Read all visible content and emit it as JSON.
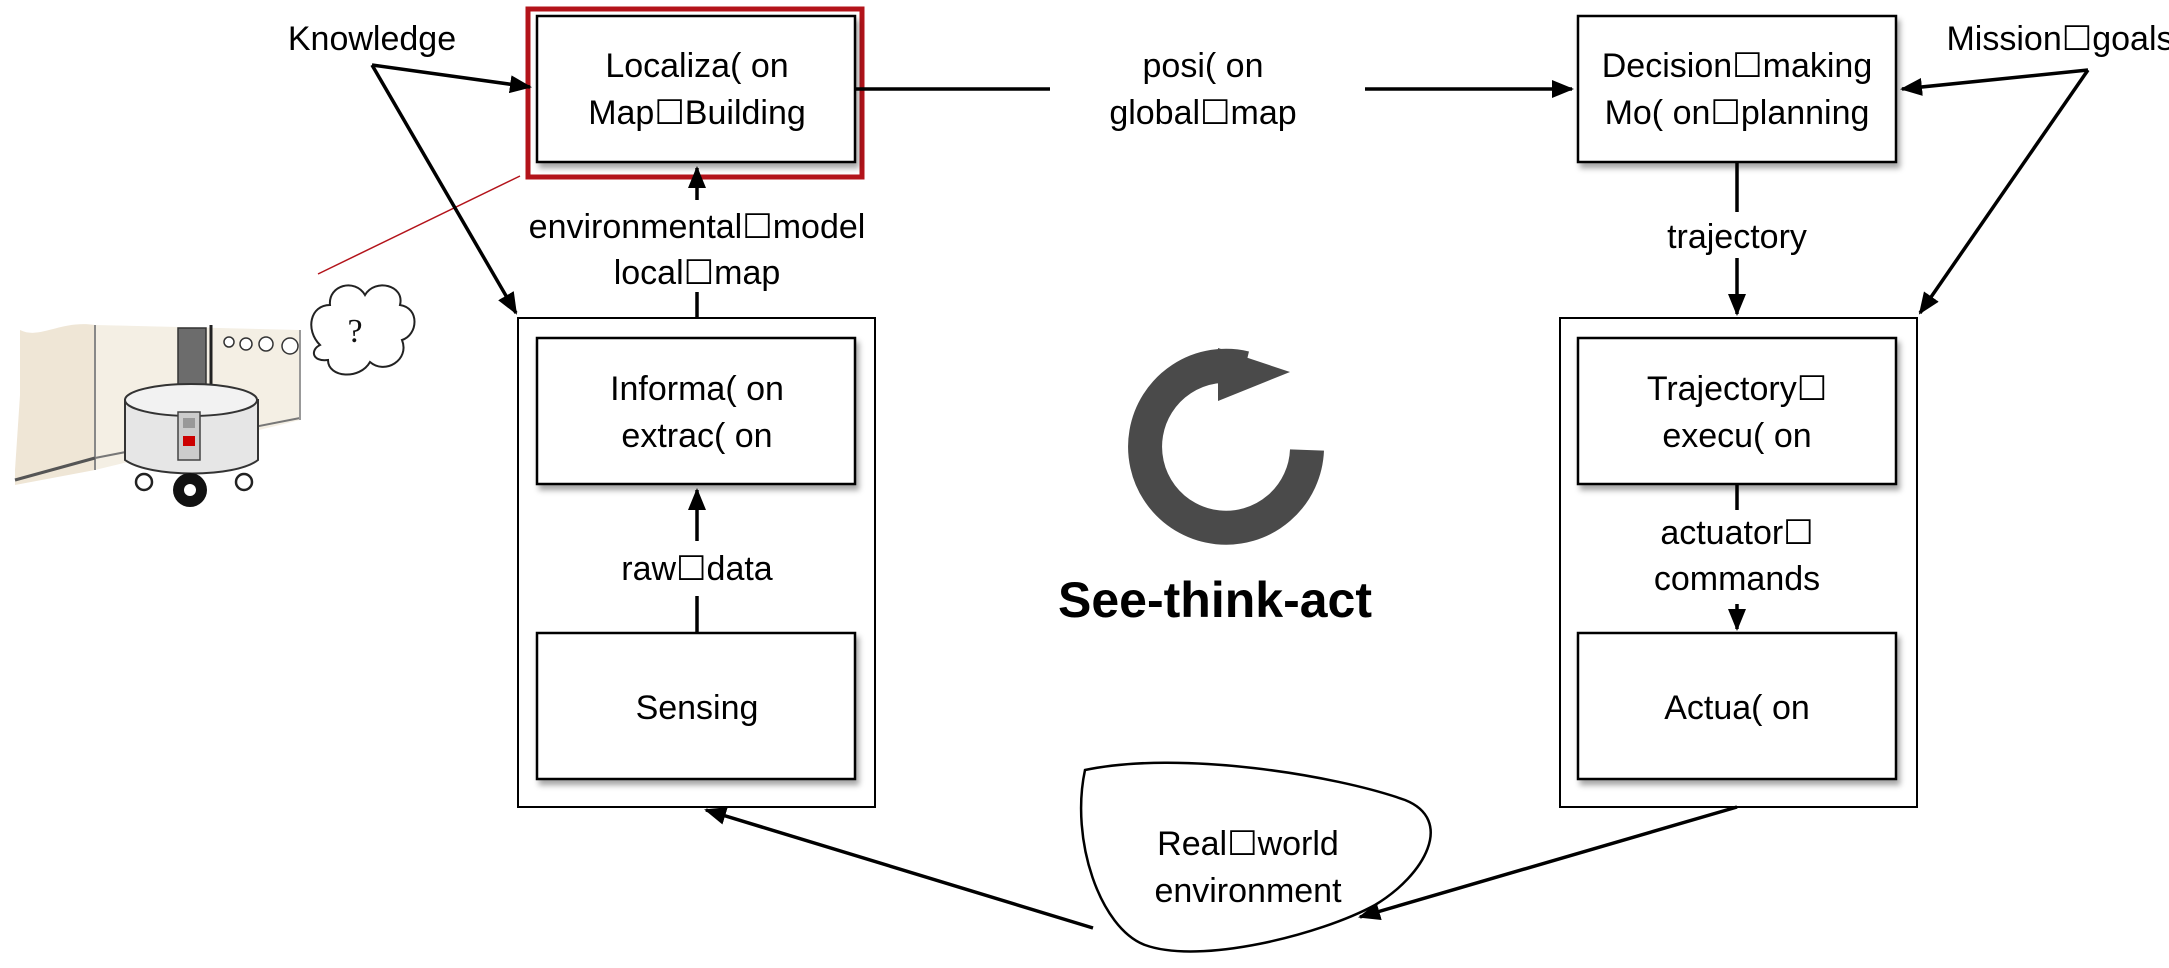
{
  "labels": {
    "knowledge": "Knowledge",
    "mission_goals": "Mission☐goals",
    "localization_l1": "Localiza( on",
    "localization_l2": "Map☐Building",
    "position_l1": "posi( on",
    "position_l2": "global☐map",
    "decision_l1": "Decision☐making",
    "decision_l2": "Mo( on☐planning",
    "env_model_l1": "environmental☐model",
    "env_model_l2": "local☐map",
    "trajectory": "trajectory",
    "info_l1": "Informa( on",
    "info_l2": "extrac( on",
    "traj_exec_l1": "Trajectory☐",
    "traj_exec_l2": "execu( on",
    "raw_data": "raw☐data",
    "actuator_l1": "actuator☐",
    "actuator_l2": "commands",
    "sensing": "Sensing",
    "actuation": "Actua( on",
    "real_world_l1": "Real☐world",
    "real_world_l2": "environment",
    "see_think_act": "See-think-act"
  },
  "thought_bubble_text": "?",
  "colors": {
    "highlight": "#b3131a",
    "cycle_icon": "#4a4a4a",
    "robot_body": "#e0e0e0",
    "wall": "#efe6d6"
  },
  "icons": [
    "cycle-arrow-icon",
    "robot-illustration",
    "thought-bubble-icon"
  ]
}
